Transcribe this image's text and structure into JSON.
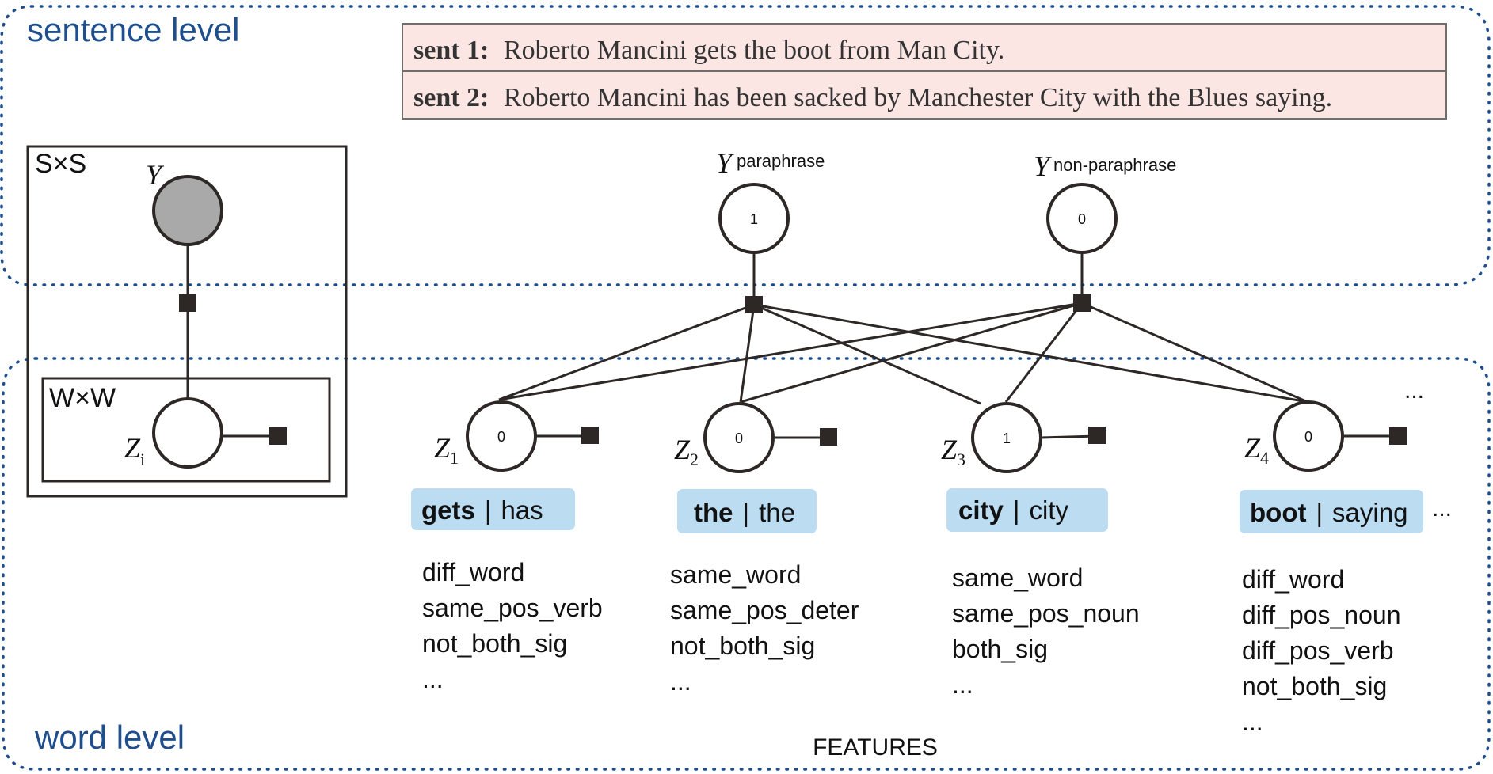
{
  "regions": {
    "sentence_label": "sentence level",
    "word_label": "word level"
  },
  "sentences": [
    {
      "label": "sent 1:",
      "text": "Roberto Mancini gets the boot from Man City."
    },
    {
      "label": "sent 2:",
      "text": "Roberto Mancini has been sacked by Manchester City with the Blues saying."
    }
  ],
  "plate_model": {
    "outer_plate_label": "S×S",
    "inner_plate_label": "W×W",
    "y_label": "Y",
    "z_label": "Z",
    "z_subscript": "i"
  },
  "y_nodes": [
    {
      "label": "Y",
      "note": "paraphrase",
      "value": "1"
    },
    {
      "label": "Y",
      "note": "non-paraphrase",
      "value": "0"
    }
  ],
  "z_nodes": [
    {
      "label": "Z",
      "subscript": "1",
      "value": "0",
      "word1": "gets",
      "word2": "has",
      "features": [
        "diff_word",
        "same_pos_verb",
        "not_both_sig",
        "..."
      ]
    },
    {
      "label": "Z",
      "subscript": "2",
      "value": "0",
      "word1": "the",
      "word2": "the",
      "features": [
        "same_word",
        "same_pos_deter",
        "not_both_sig",
        "..."
      ]
    },
    {
      "label": "Z",
      "subscript": "3",
      "value": "1",
      "word1": "city",
      "word2": "city",
      "features": [
        "same_word",
        "same_pos_noun",
        "both_sig",
        "..."
      ]
    },
    {
      "label": "Z",
      "subscript": "4",
      "value": "0",
      "word1": "boot",
      "word2": "saying",
      "features": [
        "diff_word",
        "diff_pos_noun",
        "diff_pos_verb",
        "not_both_sig",
        "..."
      ]
    }
  ],
  "pair_separator": "|",
  "ellipsis": "...",
  "features_caption": "FEATURES"
}
